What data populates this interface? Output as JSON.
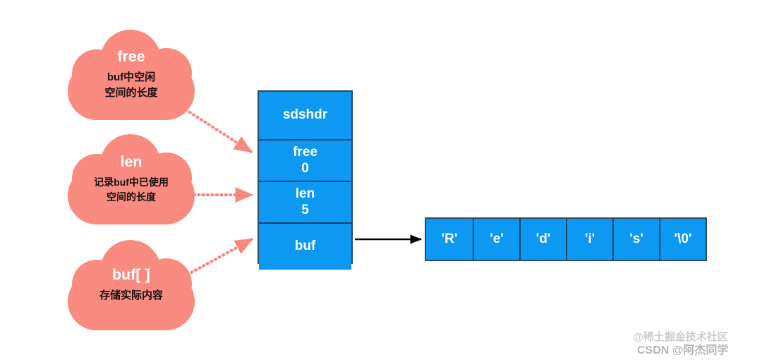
{
  "diagram": {
    "title": "Redis SDS sdshdr structure",
    "colors": {
      "cloud_fill": "#f98b80",
      "box_fill": "#0d99f2",
      "box_border": "#2b4a66",
      "row_divider": "#21406b",
      "dotted_arrow": "#f9897e",
      "solid_arrow": "#000000",
      "background": "#ffffff"
    }
  },
  "clouds": [
    {
      "name": "free",
      "title": "free",
      "body": "buf中空闲\n空间的长度"
    },
    {
      "name": "len",
      "title": "len",
      "body": "记录buf中已使用\n空间的长度"
    },
    {
      "name": "buf",
      "title": "buf[ ]",
      "body": "存储实际内容"
    }
  ],
  "struct": {
    "header": "sdshdr",
    "fields": [
      {
        "label": "free",
        "value": "0"
      },
      {
        "label": "len",
        "value": "5"
      }
    ],
    "pointer_field": "buf"
  },
  "char_array": {
    "cells": [
      "'R'",
      "'e'",
      "'d'",
      "'i'",
      "'s'",
      "'\\0'"
    ]
  },
  "connectors": [
    {
      "name": "free-to-struct",
      "style": "dotted",
      "color": "#f9897e"
    },
    {
      "name": "len-to-struct",
      "style": "dotted",
      "color": "#f9897e"
    },
    {
      "name": "buf-to-struct",
      "style": "dotted",
      "color": "#f9897e"
    },
    {
      "name": "buf-to-char-array",
      "style": "solid",
      "color": "#000000"
    }
  ],
  "watermarks": {
    "juejin": "@稀土掘金技术社区",
    "csdn": "CSDN @阿杰同学"
  }
}
